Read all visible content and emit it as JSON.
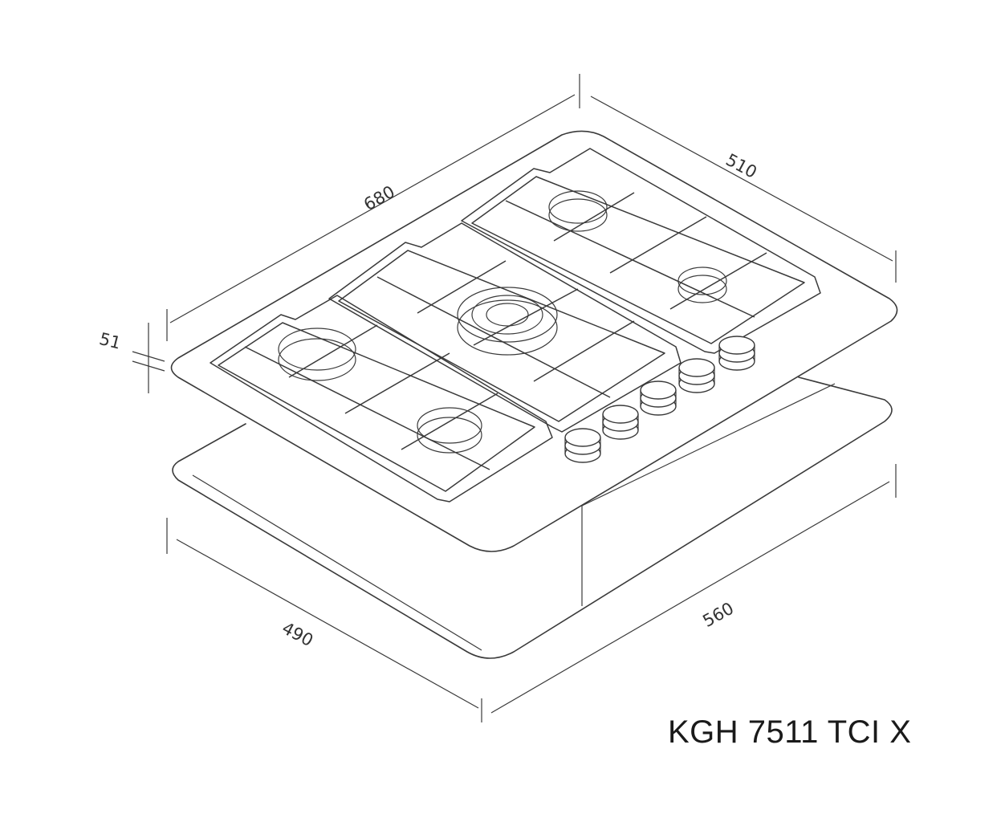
{
  "dimensions": {
    "width_top": "680",
    "depth_top": "510",
    "height": "51",
    "cutout_width": "560",
    "cutout_depth": "490"
  },
  "model": "KGH 7511 TCI X",
  "colors": {
    "line": "#3a3a3a",
    "background": "#ffffff"
  }
}
